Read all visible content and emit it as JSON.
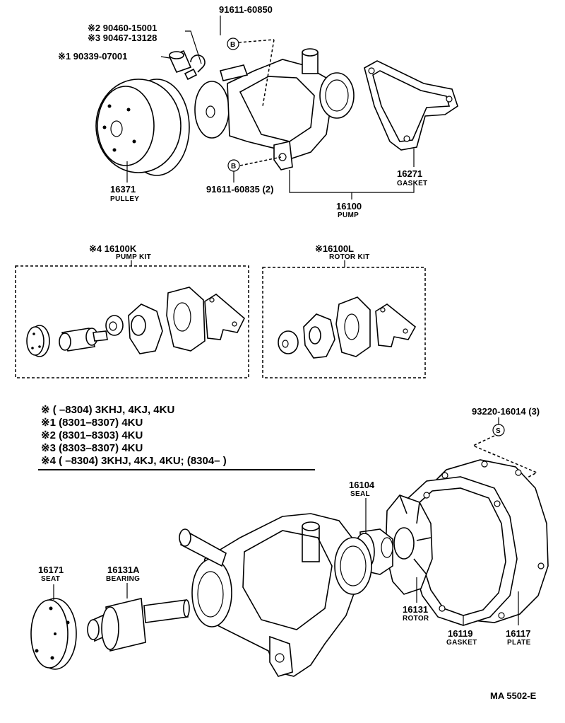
{
  "top": {
    "bolt_b_top": "91611-60850",
    "bolt_b_bottom": "91611-60835 (2)",
    "note2_part": "※2 90460-15001",
    "note3_part": "※3 90467-13128",
    "note1_part": "※1 90339-07001",
    "pulley_no": "16371",
    "pulley_label": "PULLEY",
    "gasket_no": "16271",
    "gasket_label": "GASKET",
    "pump_no": "16100",
    "pump_label": "PUMP",
    "b_mark": "B"
  },
  "kits": {
    "pump_kit_no": "※4 16100K",
    "pump_kit_label": "PUMP KIT",
    "rotor_kit_no": "※16100L",
    "rotor_kit_label": "ROTOR KIT"
  },
  "notes": [
    "※    (        –8304) 3KHJ, 4KJ, 4KU",
    "※1 (8301–8307) 4KU",
    "※2 (8301–8303) 4KU",
    "※3 (8303–8307) 4KU",
    "※4 (        –8304) 3KHJ, 4KJ, 4KU; (8304–        )"
  ],
  "bottom": {
    "screw_no": "93220-16014 (3)",
    "s_mark": "S",
    "seal_no": "16104",
    "seal_label": "SEAL",
    "seat_no": "16171",
    "seat_label": "SEAT",
    "bearing_no": "16131A",
    "bearing_label": "BEARING",
    "rotor_no": "16131",
    "rotor_label": "ROTOR",
    "gasket_no": "16119",
    "gasket_label": "GASKET",
    "plate_no": "16117",
    "plate_label": "PLATE"
  },
  "figure_code": "MA  5502-E"
}
